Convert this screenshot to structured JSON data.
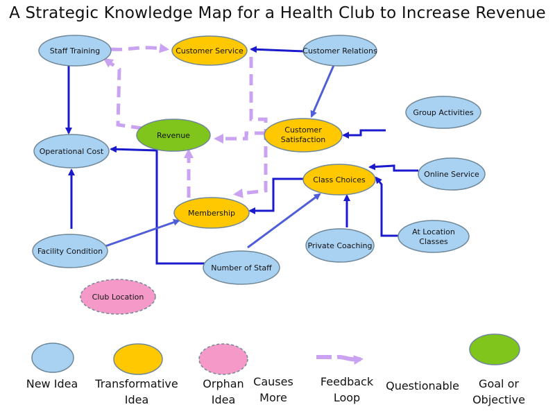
{
  "title": "A Strategic Knowledge Map for a Health Club to Increase Revenue",
  "colors": {
    "new_idea": "#a9d1f2",
    "transformative": "#ffc800",
    "orphan": "#f59ac8",
    "goal": "#7fc51c",
    "causes_more": "#1a1acc",
    "questionable": "#4f5ed8",
    "feedback": "#caa2f2",
    "outline": "#6f8797"
  },
  "nodes": {
    "staff_training": "Staff Training",
    "customer_service": "Customer Service",
    "customer_relations": "Customer Relations",
    "group_activities": "Group Activities",
    "revenue": "Revenue",
    "customer_satisfaction": [
      "Customer",
      "Satisfaction"
    ],
    "operational_cost": "Operational Cost",
    "online_service": "Online Service",
    "class_choices": "Class Choices",
    "membership": "Membership",
    "at_location_classes": [
      "At Location",
      "Classes"
    ],
    "facility_condition": "Facility Condition",
    "private_coaching": "Private Coaching",
    "number_of_staff": "Number of Staff",
    "club_location": "Club Location"
  },
  "legend": {
    "new_idea": [
      "New Idea"
    ],
    "transformative": [
      "Transformative",
      "Idea"
    ],
    "orphan": [
      "Orphan",
      "Idea"
    ],
    "causes_more": [
      "Causes",
      "More"
    ],
    "feedback": [
      "Feedback",
      "Loop"
    ],
    "questionable": [
      "Questionable"
    ],
    "goal": [
      "Goal or",
      "Objective"
    ]
  }
}
